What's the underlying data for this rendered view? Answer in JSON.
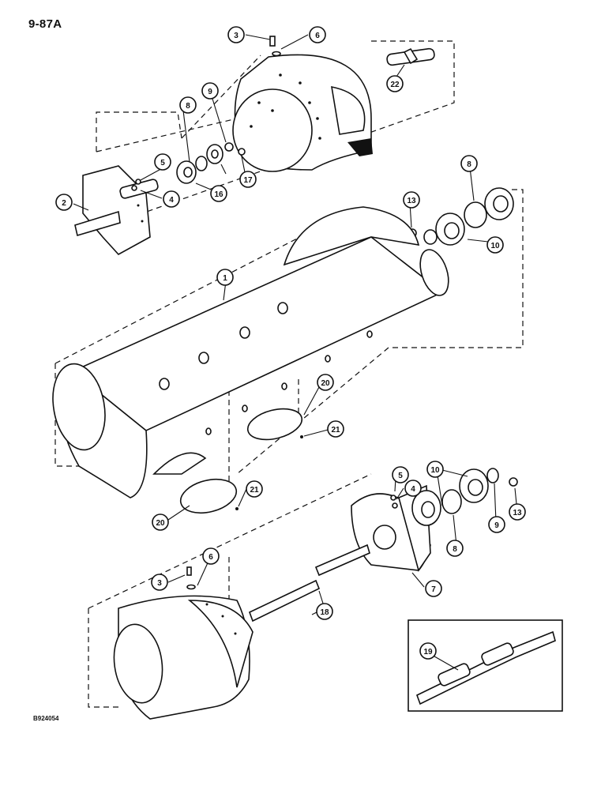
{
  "page": {
    "title": "9-87A",
    "drawing_code": "B924054"
  },
  "callouts": [
    {
      "id": "c1",
      "label": "1"
    },
    {
      "id": "c2",
      "label": "2"
    },
    {
      "id": "c3a",
      "label": "3"
    },
    {
      "id": "c3b",
      "label": "3"
    },
    {
      "id": "c4a",
      "label": "4"
    },
    {
      "id": "c4b",
      "label": "4"
    },
    {
      "id": "c5a",
      "label": "5"
    },
    {
      "id": "c5b",
      "label": "5"
    },
    {
      "id": "c6a",
      "label": "6"
    },
    {
      "id": "c6b",
      "label": "6"
    },
    {
      "id": "c7",
      "label": "7"
    },
    {
      "id": "c8a",
      "label": "8"
    },
    {
      "id": "c8b",
      "label": "8"
    },
    {
      "id": "c8c",
      "label": "8"
    },
    {
      "id": "c9a",
      "label": "9"
    },
    {
      "id": "c9b",
      "label": "9"
    },
    {
      "id": "c10a",
      "label": "10"
    },
    {
      "id": "c10b",
      "label": "10"
    },
    {
      "id": "c13a",
      "label": "13"
    },
    {
      "id": "c13b",
      "label": "13"
    },
    {
      "id": "c16",
      "label": "16"
    },
    {
      "id": "c17",
      "label": "17"
    },
    {
      "id": "c18",
      "label": "18"
    },
    {
      "id": "c19",
      "label": "19"
    },
    {
      "id": "c20a",
      "label": "20"
    },
    {
      "id": "c20b",
      "label": "20"
    },
    {
      "id": "c21a",
      "label": "21"
    },
    {
      "id": "c21b",
      "label": "21"
    },
    {
      "id": "c22",
      "label": "22"
    }
  ]
}
